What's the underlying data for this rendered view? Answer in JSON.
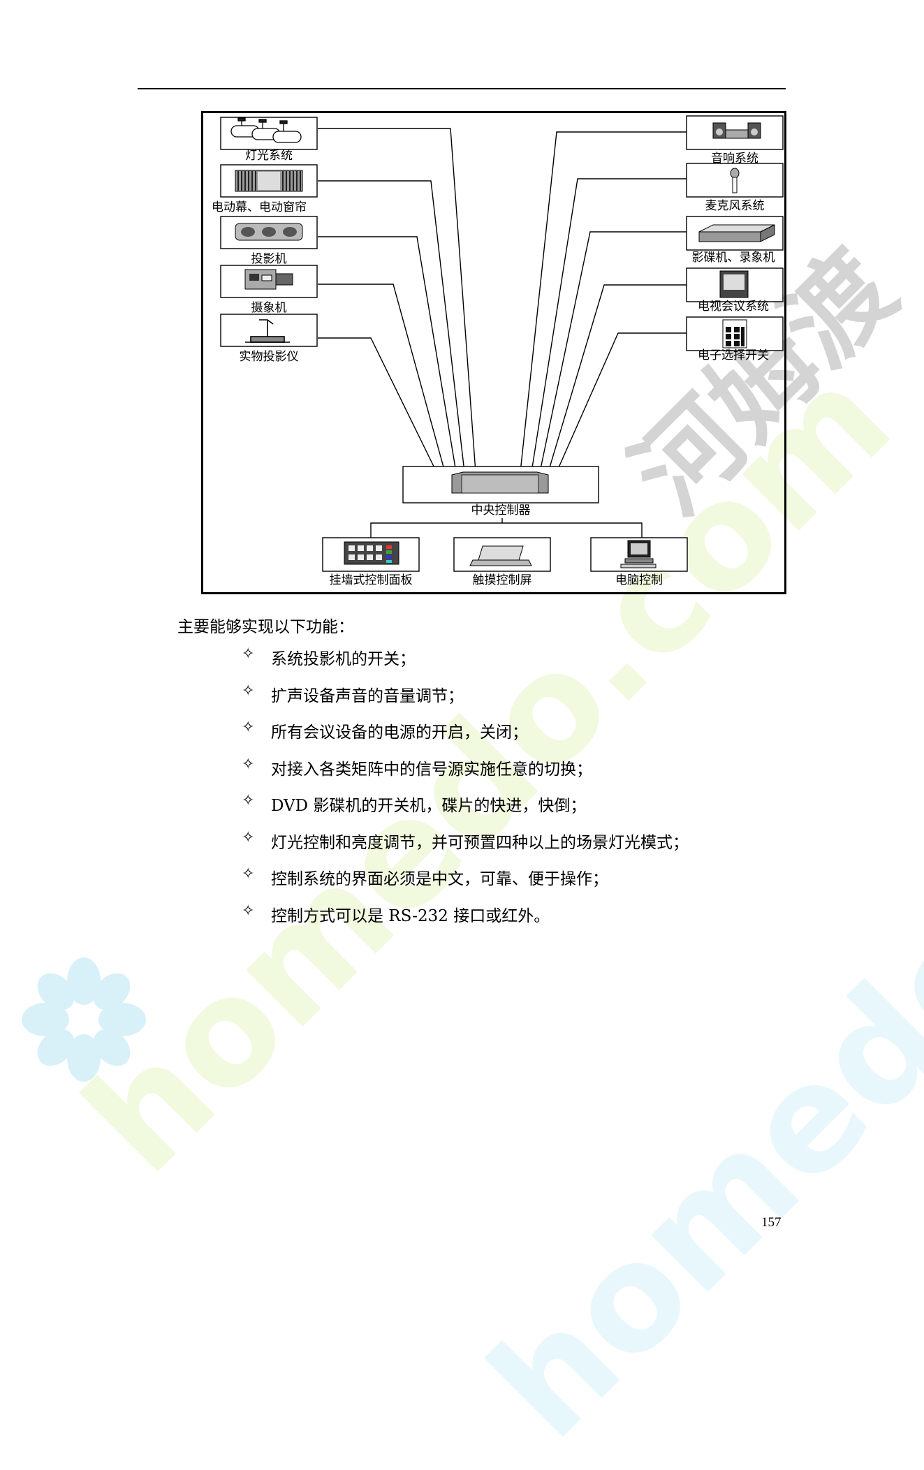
{
  "diagram": {
    "left_devices": [
      {
        "label": "灯光系统"
      },
      {
        "label": "电动幕、电动窗帘"
      },
      {
        "label": "投影机"
      },
      {
        "label": "摄象机"
      },
      {
        "label": "实物投影仪"
      }
    ],
    "right_devices": [
      {
        "label": "音响系统"
      },
      {
        "label": "麦克风系统"
      },
      {
        "label": "影碟机、录象机"
      },
      {
        "label": "电视会议系统"
      },
      {
        "label": "电子选择开关"
      }
    ],
    "center_label": "中央控制器",
    "bottom_devices": [
      {
        "label": "挂墙式控制面板"
      },
      {
        "label": "触摸控制屏"
      },
      {
        "label": "电脑控制"
      }
    ]
  },
  "intro": "主要能够实现以下功能：",
  "bullet_symbol": "✧",
  "functions": [
    "系统投影机的开关；",
    "扩声设备声音的音量调节；",
    "所有会议设备的电源的开启，关闭；",
    "对接入各类矩阵中的信号源实施任意的切换；",
    "DVD 影碟机的开关机，碟片的快进，快倒；",
    "灯光控制和亮度调节，并可预置四种以上的场景灯光模式；",
    "控制系统的界面必须是中文，可靠、便于操作；",
    "控制方式可以是 RS-232 接口或红外。"
  ],
  "page_number": "157",
  "watermark": {
    "text_a": "homedo.com",
    "text_b": "homedo.com",
    "text_c": "河姆渡"
  }
}
